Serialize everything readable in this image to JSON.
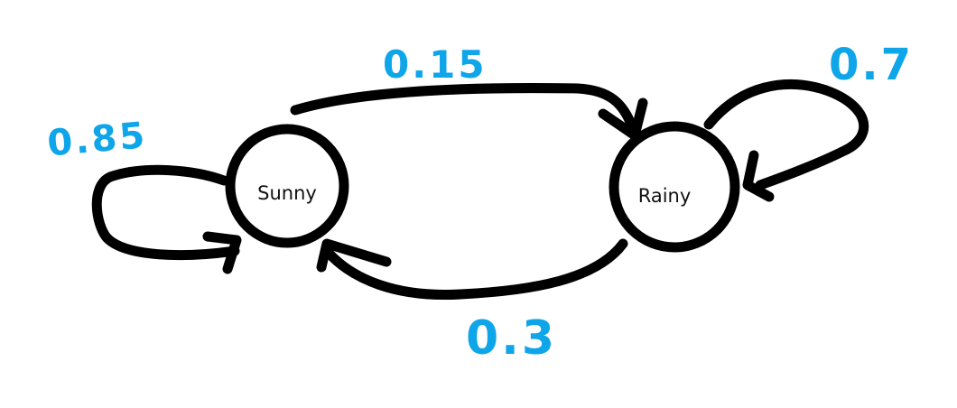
{
  "colors": {
    "ink": "#000000",
    "label": "#0ea5e9",
    "background": "#ffffff"
  },
  "states": [
    {
      "id": "sunny",
      "label": "Sunny"
    },
    {
      "id": "rainy",
      "label": "Rainy"
    }
  ],
  "transitions": [
    {
      "from": "sunny",
      "to": "sunny",
      "probability": "0.85"
    },
    {
      "from": "sunny",
      "to": "rainy",
      "probability": "0.15"
    },
    {
      "from": "rainy",
      "to": "rainy",
      "probability": "0.7"
    },
    {
      "from": "rainy",
      "to": "sunny",
      "probability": "0.3"
    }
  ]
}
